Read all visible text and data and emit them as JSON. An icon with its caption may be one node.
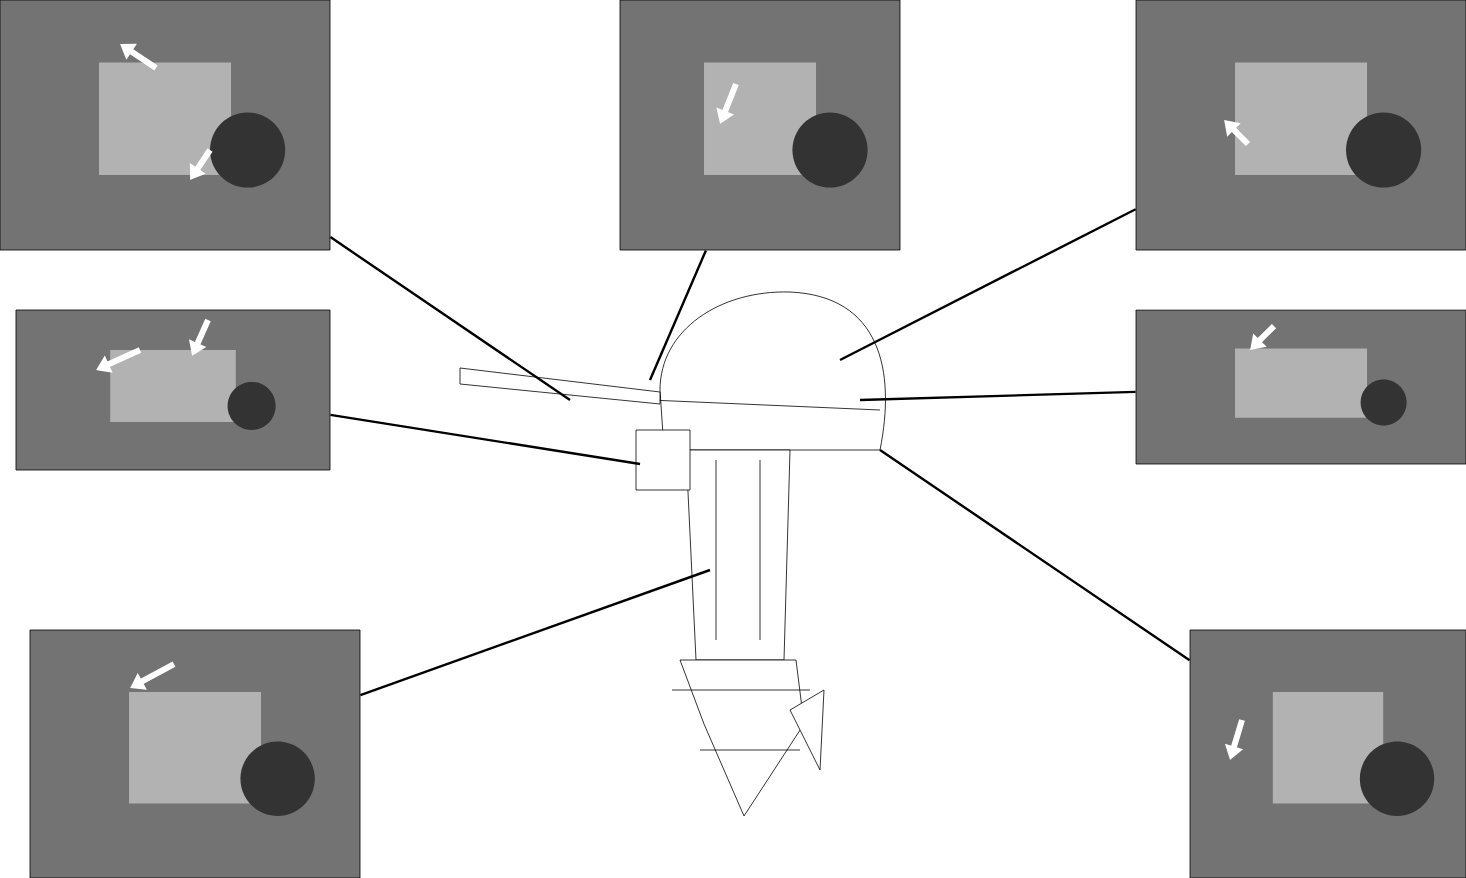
{
  "diagram": {
    "nodes": [
      {
        "text": [],
        "shape": "picture"
      },
      {
        "text": [],
        "shape": "picture"
      },
      {
        "text": [],
        "shape": "picture"
      },
      {
        "text": [],
        "shape": "picture"
      },
      {
        "text": [],
        "shape": "picture"
      },
      {
        "text": [],
        "shape": "picture"
      },
      {
        "text": [],
        "shape": "picture"
      },
      {
        "text": [],
        "shape": "picture"
      }
    ],
    "edges": [
      {
        "from": 0,
        "to": 7,
        "arrow": "none"
      },
      {
        "from": 1,
        "to": 7,
        "arrow": "none"
      },
      {
        "from": 2,
        "to": 7,
        "arrow": "none"
      },
      {
        "from": 3,
        "to": 7,
        "arrow": "none"
      },
      {
        "from": 4,
        "to": 7,
        "arrow": "none"
      },
      {
        "from": 5,
        "to": 7,
        "arrow": "none"
      },
      {
        "from": 6,
        "to": 7,
        "arrow": "none"
      }
    ]
  }
}
